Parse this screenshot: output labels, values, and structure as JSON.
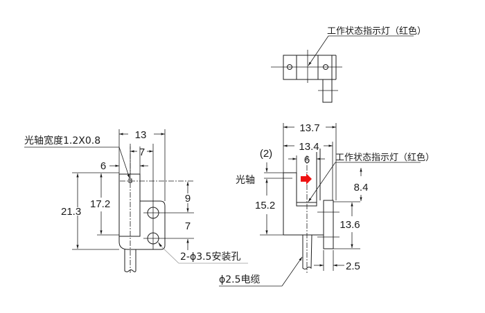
{
  "top_view": {
    "indicator_label": "工作状态指示灯（红色）"
  },
  "left_view": {
    "optical_axis_width_label": "光轴宽度1.2X0.8",
    "dims": {
      "overall_width": "13",
      "hole_offset": "7",
      "axis_offset": "6",
      "height_total": "21.3",
      "height_body": "17.2",
      "axis_to_hole": "9",
      "hole_pitch": "7"
    },
    "mounting_hole_label": "2-ϕ3.5安装孔"
  },
  "right_view": {
    "dims": {
      "total_depth": "13.7",
      "body_depth": "13.4",
      "slot_width": "6",
      "axis_offset_top": "(2)",
      "axis_height": "15.2",
      "indicator_height": "8.4",
      "bracket_height": "13.6",
      "bracket_thickness": "2.5"
    },
    "optical_axis_label": "光轴",
    "indicator_label": "工作状态指示灯（红色）",
    "cable_label": "ϕ2.5电缆"
  },
  "colors": {
    "line": "#1a1a1a",
    "leader_gray": "#9a9a9a",
    "indicator_arrow": "#ee1111"
  }
}
